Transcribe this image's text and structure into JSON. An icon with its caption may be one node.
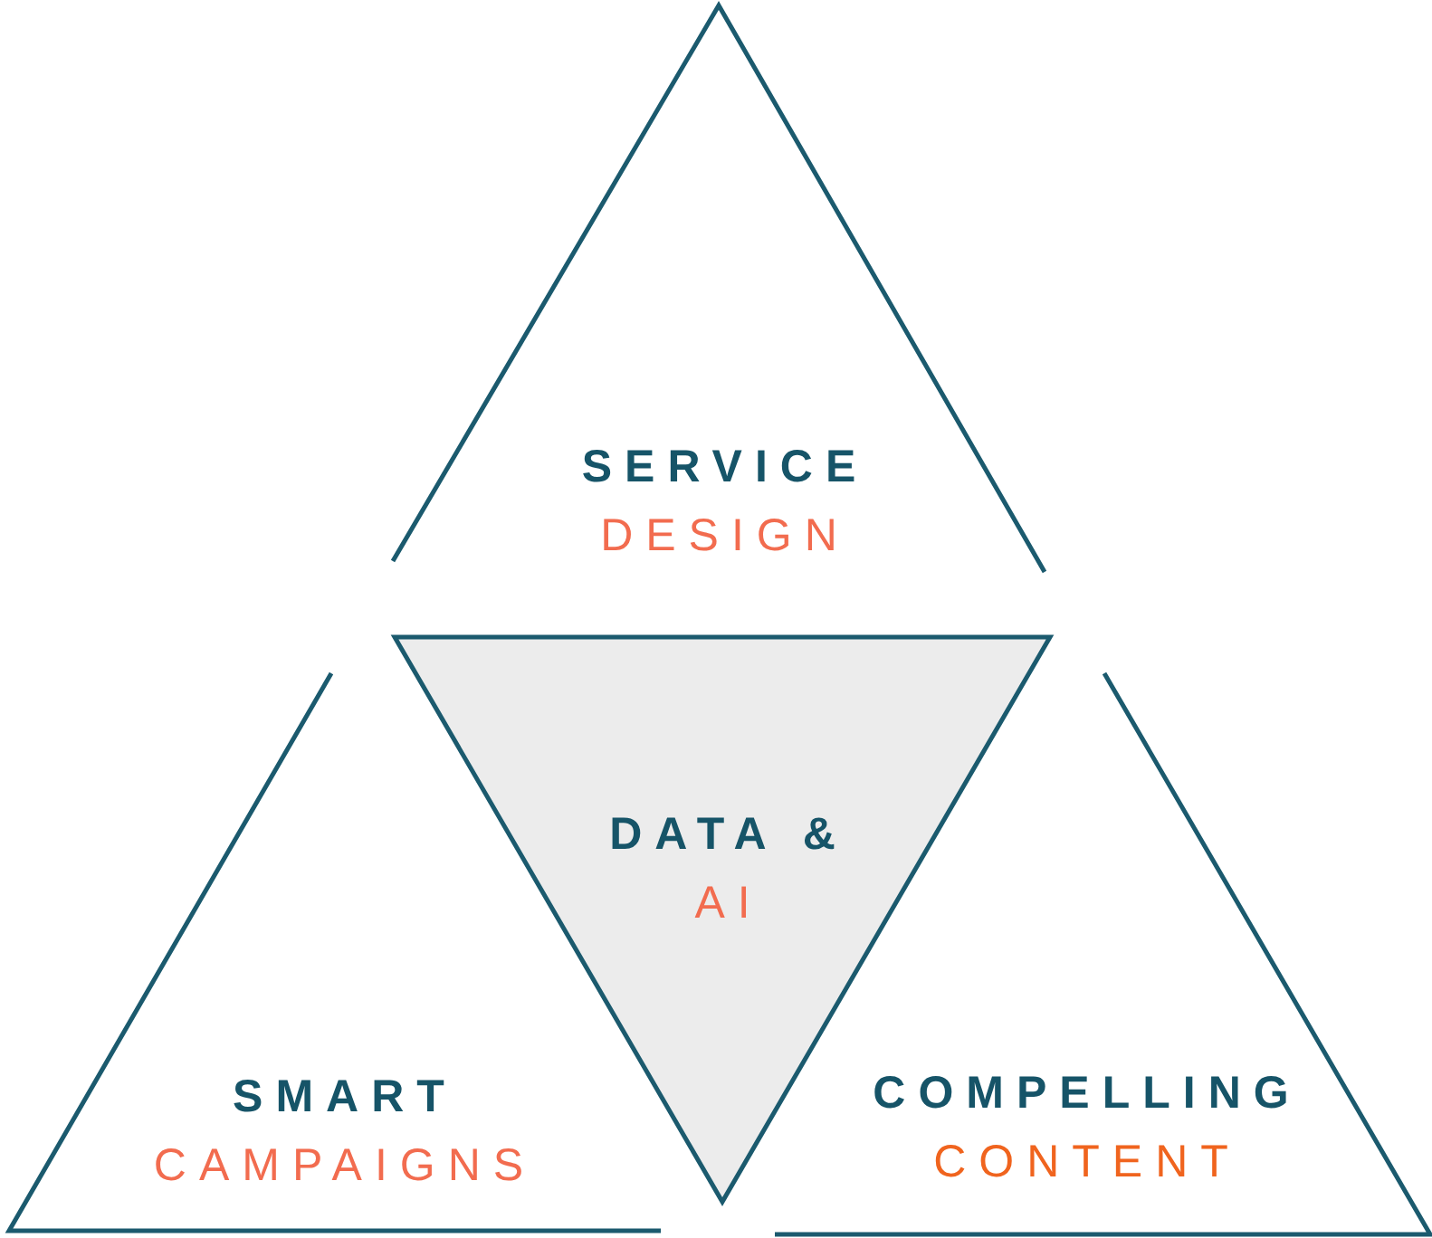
{
  "diagram": {
    "nodes": [
      {
        "text": [
          "SERVICE",
          "DESIGN"
        ]
      },
      {
        "text": [
          "SMART",
          "CAMPAIGNS"
        ]
      },
      {
        "text": [
          "DATA &",
          "AI"
        ]
      },
      {
        "text": [
          "COMPELLING",
          "CONTENT"
        ]
      }
    ]
  }
}
